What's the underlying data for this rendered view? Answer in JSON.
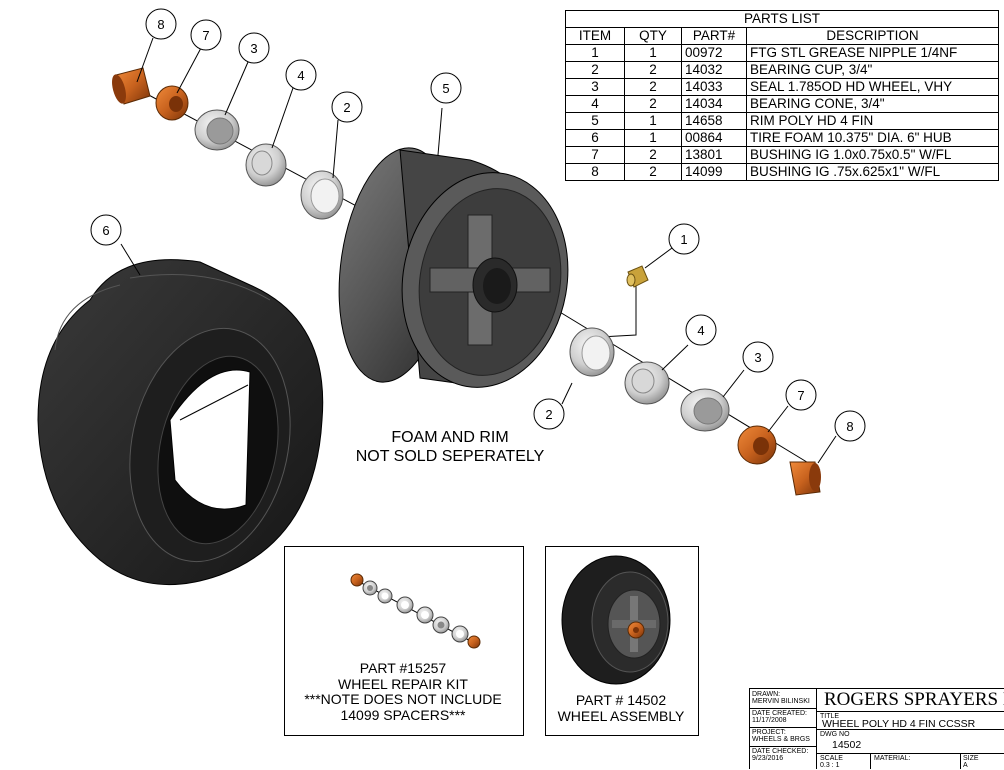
{
  "parts_list": {
    "title": "PARTS LIST",
    "headers": [
      "ITEM",
      "QTY",
      "PART#",
      "DESCRIPTION"
    ],
    "rows": [
      {
        "item": "1",
        "qty": "1",
        "part": "00972",
        "description": "FTG STL GREASE NIPPLE 1/4NF"
      },
      {
        "item": "2",
        "qty": "2",
        "part": "14032",
        "description": "BEARING CUP, 3/4\""
      },
      {
        "item": "3",
        "qty": "2",
        "part": "14033",
        "description": "SEAL 1.785OD HD WHEEL, VHY"
      },
      {
        "item": "4",
        "qty": "2",
        "part": "14034",
        "description": "BEARING CONE, 3/4\""
      },
      {
        "item": "5",
        "qty": "1",
        "part": "14658",
        "description": "RIM POLY HD 4 FIN"
      },
      {
        "item": "6",
        "qty": "1",
        "part": "00864",
        "description": "TIRE FOAM 10.375\" DIA. 6\" HUB"
      },
      {
        "item": "7",
        "qty": "2",
        "part": "13801",
        "description": "BUSHING IG 1.0x0.75x0.5\" W/FL"
      },
      {
        "item": "8",
        "qty": "2",
        "part": "14099",
        "description": "BUSHING IG .75x.625x1\" W/FL"
      }
    ]
  },
  "balloons": {
    "b8_top": "8",
    "b7_top": "7",
    "b3_top": "3",
    "b4_top": "4",
    "b2_top": "2",
    "b5": "5",
    "b6": "6",
    "b1": "1",
    "b4_right": "4",
    "b2_right": "2",
    "b3_right": "3",
    "b7_right": "7",
    "b8_right": "8"
  },
  "note": {
    "line1": "FOAM AND RIM",
    "line2": "NOT SOLD SEPERATELY"
  },
  "repair_kit": {
    "line1": "PART #15257",
    "line2": "WHEEL REPAIR KIT",
    "line3": "***NOTE DOES NOT INCLUDE",
    "line4": "14099 SPACERS***"
  },
  "assembly": {
    "line1": "PART # 14502",
    "line2": "WHEEL ASSEMBLY"
  },
  "title_block": {
    "drawn_label": "DRAWN:",
    "drawn_value": "MERVIN BILINSKI",
    "created_label": "DATE CREATED:",
    "created_value": "11/17/2008",
    "project_label": "PROJECT:",
    "project_value": "WHEELS & BRGS",
    "checked_label": "DATE CHECKED:",
    "checked_value": "9/23/2016",
    "company": "ROGERS SPRAYERS INC.",
    "title_label": "TITLE",
    "title_value": "WHEEL POLY HD 4 FIN CCSSR",
    "dwg_label": "DWG NO",
    "dwg_value": "14502",
    "scale_label": "SCALE",
    "scale_value": "0.3 : 1",
    "material_label": "MATERIAL:",
    "size_label": "SIZE",
    "size_value": "A"
  },
  "colors": {
    "bronze": "#c8621e",
    "bronze_dark": "#8a3a0c",
    "steel": "#d4d4d4",
    "rubber": "#2a2a2a",
    "rim": "#4a4a4a"
  }
}
